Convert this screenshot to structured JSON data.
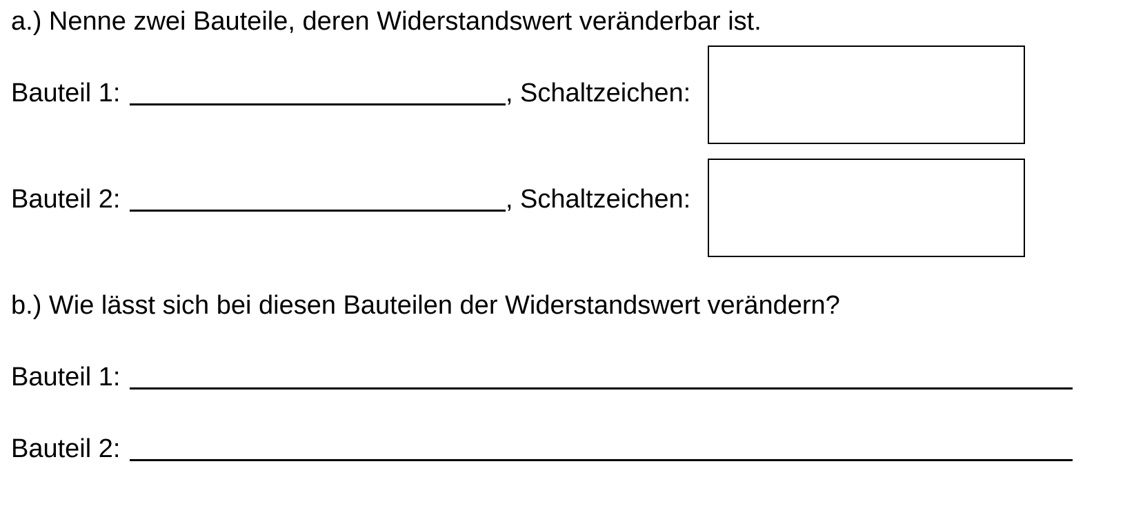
{
  "part_a": {
    "question": "a.) Nenne zwei Bauteile, deren Widerstandswert veränderbar ist.",
    "rows": [
      {
        "label": "Bauteil 1:",
        "answer": "",
        "separator": ",",
        "symbol_label": "Schaltzeichen:"
      },
      {
        "label": "Bauteil 2:",
        "answer": "",
        "separator": ",",
        "symbol_label": "Schaltzeichen:"
      }
    ]
  },
  "part_b": {
    "question": "b.) Wie lässt sich bei diesen Bauteilen der Widerstandswert verändern?",
    "rows": [
      {
        "label": "Bauteil 1:",
        "answer": ""
      },
      {
        "label": "Bauteil 2:",
        "answer": ""
      }
    ]
  }
}
